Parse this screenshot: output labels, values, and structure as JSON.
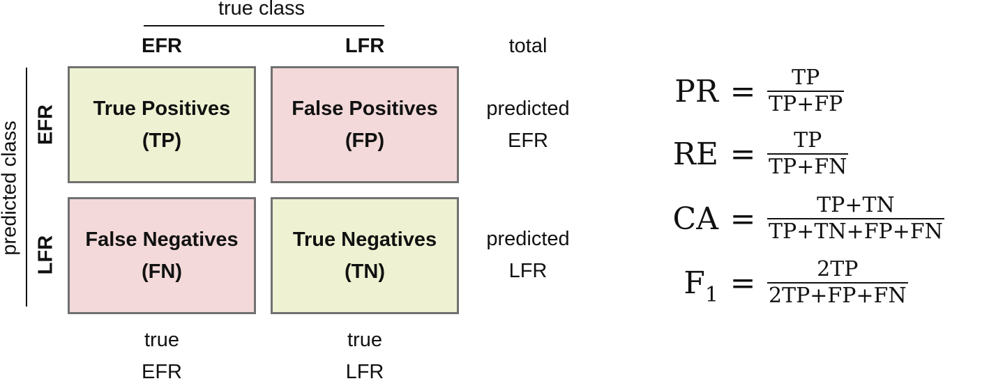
{
  "header": {
    "true_class": "true class",
    "predicted_class": "predicted class",
    "col_efr": "EFR",
    "col_lfr": "LFR",
    "total": "total",
    "row_efr": "EFR",
    "row_lfr": "LFR"
  },
  "cells": {
    "tp": {
      "line1": "True Positives",
      "line2": "(TP)"
    },
    "fp": {
      "line1": "False Positives",
      "line2": "(FP)"
    },
    "fn": {
      "line1": "False Negatives",
      "line2": "(FN)"
    },
    "tn": {
      "line1": "True Negatives",
      "line2": "(TN)"
    }
  },
  "row_totals": [
    {
      "line1": "predicted",
      "line2": "EFR"
    },
    {
      "line1": "predicted",
      "line2": "LFR"
    }
  ],
  "col_totals": [
    {
      "line1": "true",
      "line2": "EFR"
    },
    {
      "line1": "true",
      "line2": "LFR"
    }
  ],
  "formulas": [
    {
      "lhs": "PR",
      "eq": "=",
      "num": "TP",
      "den": "TP+FP"
    },
    {
      "lhs": "RE",
      "eq": "=",
      "num": "TP",
      "den": "TP+FN"
    },
    {
      "lhs": "CA",
      "eq": "=",
      "num": "TP+TN",
      "den": "TP+TN+FP+FN"
    },
    {
      "lhs": "F",
      "lhs_sub": "1",
      "eq": "=",
      "num": "2TP",
      "den": "2TP+FP+FN"
    }
  ],
  "colors": {
    "positive_cell": "#eef2d2",
    "negative_cell": "#f3d9d9",
    "cell_border": "#707070"
  }
}
